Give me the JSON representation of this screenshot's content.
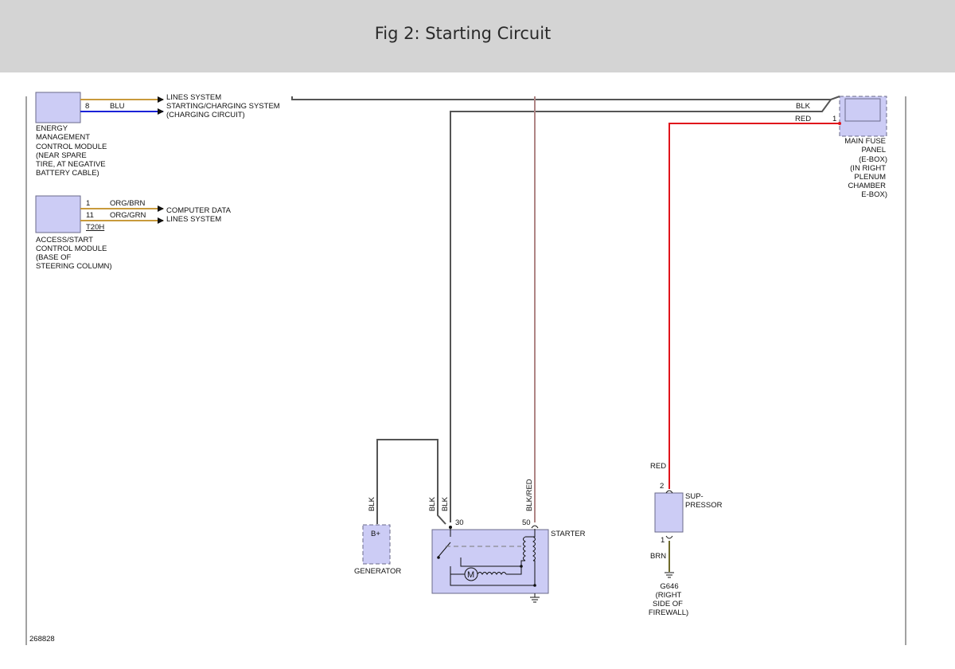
{
  "header": {
    "title": "Fig 2: Starting Circuit"
  },
  "colors": {
    "header_bg": "#d4d4d4",
    "component_fill": "#ccccf5",
    "component_stroke": "#6a6a8a",
    "wire_black": "#555555",
    "wire_red": "#e0141b",
    "wire_blue": "#1a22d8",
    "wire_orange": "#c89a3c",
    "wire_blk_red": "#a06a6a",
    "wire_brown": "#6f6a2a"
  },
  "energy_module": {
    "pin": "8",
    "wire_color": "BLU",
    "top_label": "LINES SYSTEM",
    "dest_line1": "STARTING/CHARGING SYSTEM",
    "dest_line2": "(CHARGING CIRCUIT)",
    "name_lines": [
      "ENERGY",
      "MANAGEMENT",
      "CONTROL MODULE",
      "(NEAR SPARE",
      "TIRE, AT NEGATIVE",
      "BATTERY CABLE)"
    ]
  },
  "access_module": {
    "pin1": "1",
    "pin1_color": "ORG/BRN",
    "pin2": "11",
    "pin2_color": "ORG/GRN",
    "connector": "T20H",
    "dest_line1": "COMPUTER DATA",
    "dest_line2": "LINES SYSTEM",
    "name_lines": [
      "ACCESS/START",
      "CONTROL MODULE",
      "(BASE OF",
      "STEERING COLUMN)"
    ]
  },
  "main_fuse": {
    "blk_label": "BLK",
    "red_label": "RED",
    "pin": "1",
    "name_lines": [
      "MAIN FUSE",
      "PANEL",
      "(E-BOX)",
      "(IN RIGHT",
      "PLENUM",
      "CHAMBER",
      "E-BOX)"
    ]
  },
  "generator": {
    "terminal": "B+",
    "name": "GENERATOR",
    "wire_label": "BLK"
  },
  "starter": {
    "name": "STARTER",
    "pin30": "30",
    "pin50": "50",
    "wire_left": "BLK",
    "wire_right": "BLK",
    "wire_control": "BLK/RED",
    "motor": "M"
  },
  "suppressor": {
    "name_line1": "SUP-",
    "name_line2": "PRESSOR",
    "pin_top": "2",
    "pin_bottom": "1",
    "wire_top": "RED",
    "wire_bottom": "BRN"
  },
  "ground": {
    "name_lines": [
      "G646",
      "(RIGHT",
      "SIDE OF",
      "FIREWALL)"
    ]
  },
  "figure_id": "268828"
}
